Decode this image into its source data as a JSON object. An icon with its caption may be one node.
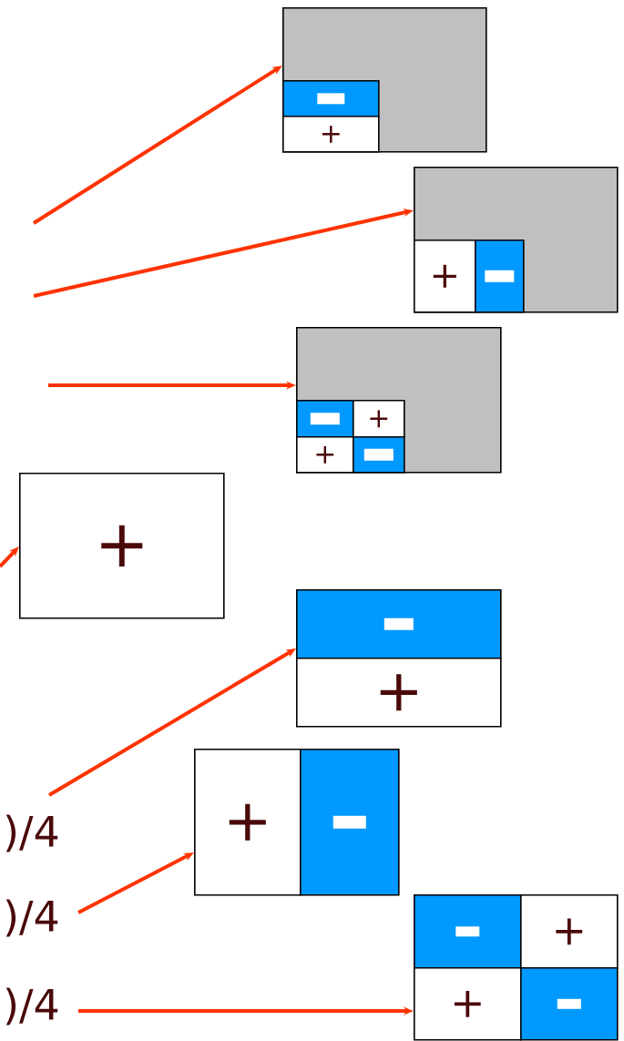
{
  "diagram": {
    "nodes": [
      {
        "text": [],
        "shape": "box"
      },
      {
        "text": [],
        "shape": "box",
        "in": 0
      },
      {
        "text": [
          "+"
        ],
        "in": 0
      },
      {
        "text": [],
        "shape": "box"
      },
      {
        "text": [
          "+"
        ],
        "in": 3
      },
      {
        "text": [],
        "shape": "box",
        "in": 3
      },
      {
        "text": [],
        "shape": "box"
      },
      {
        "text": [],
        "shape": "box",
        "in": 6
      },
      {
        "text": [
          "+"
        ],
        "in": 6
      },
      {
        "text": [
          "+"
        ],
        "in": 6
      },
      {
        "text": [],
        "shape": "box",
        "in": 6
      },
      {
        "text": [
          "+"
        ]
      },
      {
        "text": [],
        "shape": "box"
      },
      {
        "text": [
          "+"
        ]
      },
      {
        "text": [
          ")/4"
        ]
      },
      {
        "text": [
          "+"
        ]
      },
      {
        "text": [],
        "shape": "box"
      },
      {
        "text": [
          ")/4"
        ]
      },
      {
        "text": [],
        "shape": "box"
      },
      {
        "text": [
          "+"
        ]
      },
      {
        "text": [
          ")/4"
        ]
      },
      {
        "text": [
          "+"
        ]
      },
      {
        "text": [],
        "shape": "box"
      }
    ],
    "edges": [
      {
        "from": null,
        "to": 0,
        "arrow": "to"
      },
      {
        "from": null,
        "to": 3,
        "arrow": "to"
      },
      {
        "from": null,
        "to": 6,
        "arrow": "to"
      },
      {
        "from": null,
        "to": 11,
        "arrow": "to"
      },
      {
        "from": 14,
        "to": 12,
        "arrow": "to"
      },
      {
        "from": 17,
        "to": 15,
        "arrow": "to"
      },
      {
        "from": 20,
        "to": 21,
        "arrow": "to"
      }
    ]
  }
}
